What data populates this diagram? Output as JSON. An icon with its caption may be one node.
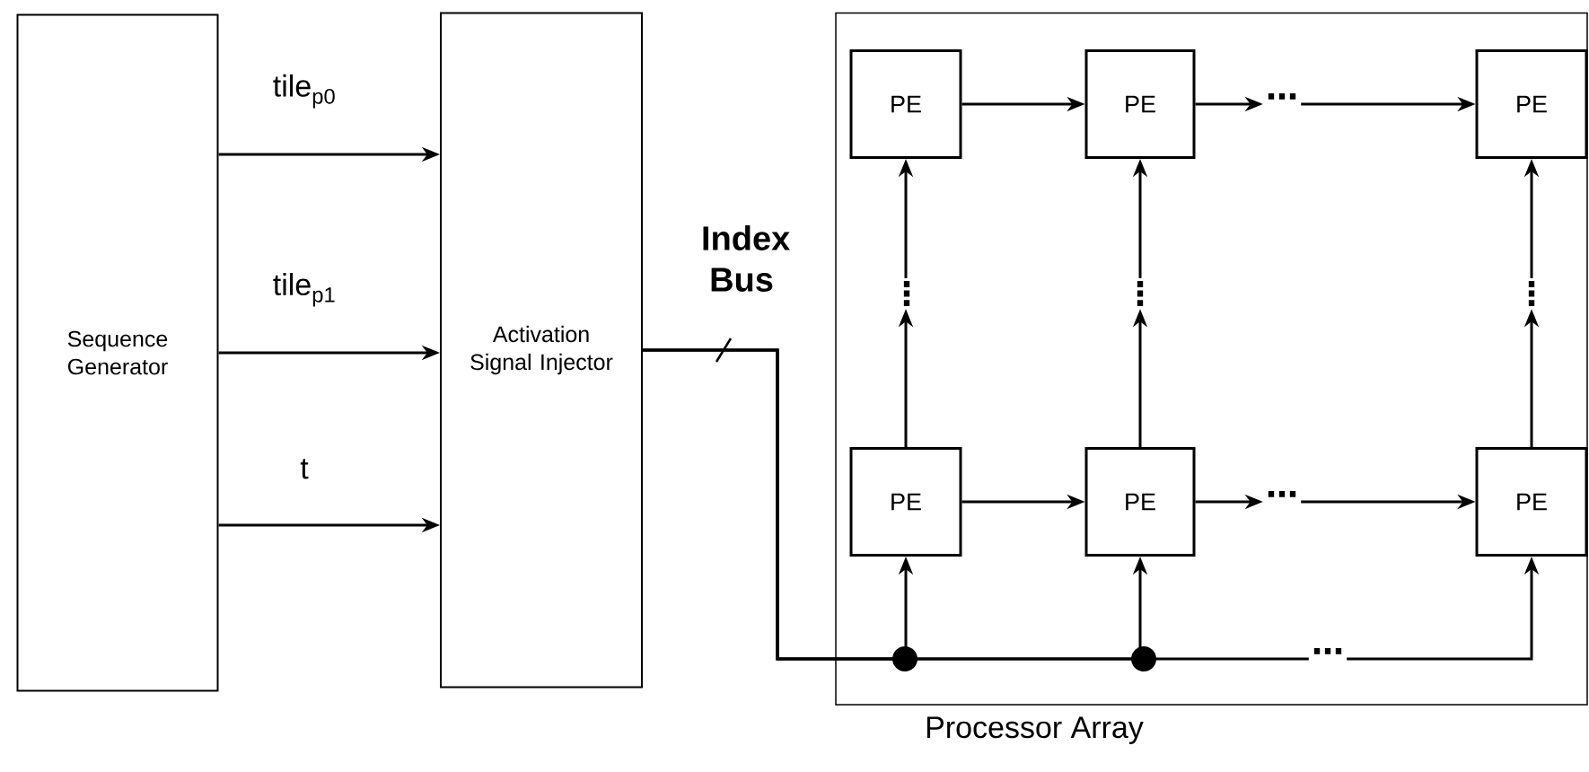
{
  "diagram": {
    "nodes": [
      {
        "text": [
          "Sequence Generator"
        ]
      },
      {
        "text": [
          "Activation Signal Injector"
        ]
      },
      {
        "text": [
          "Processor Array"
        ]
      },
      {
        "text": [
          "PE"
        ],
        "in": 2
      },
      {
        "text": [
          "PE"
        ],
        "in": 2
      },
      {
        "text": [
          "⋯"
        ],
        "in": 2
      },
      {
        "text": [
          "PE"
        ],
        "in": 2
      },
      {
        "text": [
          "⋮"
        ],
        "in": 2
      },
      {
        "text": [
          "⋮"
        ],
        "in": 2
      },
      {
        "text": [
          "⋮"
        ],
        "in": 2
      },
      {
        "text": [
          "PE"
        ],
        "in": 2
      },
      {
        "text": [
          "PE"
        ],
        "in": 2
      },
      {
        "text": [
          "⋯"
        ],
        "in": 2
      },
      {
        "text": [
          "PE"
        ],
        "in": 2
      },
      {
        "text": [
          "⋯"
        ],
        "in": 2
      }
    ],
    "edges": [
      {
        "from": 0,
        "to": 1,
        "arrow": "to",
        "label": "tile$_{p0}$"
      },
      {
        "from": 0,
        "to": 1,
        "arrow": "to",
        "label": "tile$_{p1}$"
      },
      {
        "from": 0,
        "to": 1,
        "arrow": "to",
        "label": "t"
      },
      {
        "from": 3,
        "to": 4,
        "arrow": "to"
      },
      {
        "from": 4,
        "to": 5,
        "arrow": "to"
      },
      {
        "from": 5,
        "to": 6,
        "arrow": "to"
      },
      {
        "from": 10,
        "to": 11,
        "arrow": "to"
      },
      {
        "from": 11,
        "to": 12,
        "arrow": "to"
      },
      {
        "from": 12,
        "to": 13,
        "arrow": "to"
      },
      {
        "from": 10,
        "to": 7,
        "arrow": "to"
      },
      {
        "from": 7,
        "to": 3,
        "arrow": "to"
      },
      {
        "from": 11,
        "to": 8,
        "arrow": "to"
      },
      {
        "from": 8,
        "to": 4,
        "arrow": "to"
      },
      {
        "from": 13,
        "to": 9,
        "arrow": "to"
      },
      {
        "from": 9,
        "to": 6,
        "arrow": "to"
      },
      {
        "from": 1,
        "to": 10,
        "arrow": "to",
        "label": "**Index Bus**"
      },
      {
        "from": 1,
        "to": 11,
        "arrow": "to"
      },
      {
        "from": 1,
        "to": 14,
        "arrow": "none"
      },
      {
        "from": 14,
        "to": 13,
        "arrow": "to"
      }
    ]
  }
}
